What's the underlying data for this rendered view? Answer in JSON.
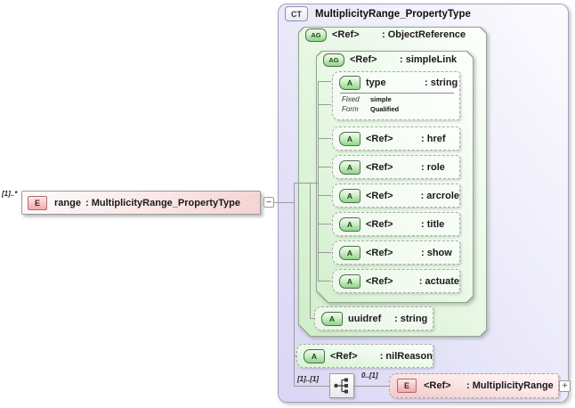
{
  "colors": {
    "complex_type_fill": "#d9d5f4",
    "group_fill": "#cfeec9",
    "element_fill": "#f4d2d2",
    "badge_green": "#8fd588",
    "badge_red": "#efabab",
    "connector": "#9a9a9a"
  },
  "glyphs": {
    "collapse": "−",
    "expand": "+"
  },
  "root_element": {
    "cardinality": "[1]..*",
    "badge": "E",
    "name": "range",
    "type": ": MultiplicityRange_PropertyType"
  },
  "complex_type": {
    "badge": "CT",
    "title": "MultiplicityRange_PropertyType",
    "object_reference": {
      "badge": "AG",
      "name": "<Ref>",
      "type": ": ObjectReference"
    },
    "simple_link": {
      "badge": "AG",
      "name": "<Ref>",
      "type": ": simpleLink"
    },
    "type_attribute": {
      "badge": "A",
      "name": "type",
      "type": ": string",
      "facets": [
        {
          "label": "Fixed",
          "value": "simple"
        },
        {
          "label": "Form",
          "value": "Qualified"
        }
      ]
    },
    "xlink_attributes": [
      {
        "badge": "A",
        "name": "<Ref>",
        "type": ": href"
      },
      {
        "badge": "A",
        "name": "<Ref>",
        "type": ": role"
      },
      {
        "badge": "A",
        "name": "<Ref>",
        "type": ": arcrole"
      },
      {
        "badge": "A",
        "name": "<Ref>",
        "type": ": title"
      },
      {
        "badge": "A",
        "name": "<Ref>",
        "type": ": show"
      },
      {
        "badge": "A",
        "name": "<Ref>",
        "type": ": actuate"
      }
    ],
    "uuidref_attribute": {
      "badge": "A",
      "name": "uuidref",
      "type": ": string"
    },
    "nil_reason_attribute": {
      "badge": "A",
      "name": "<Ref>",
      "type": ": nilReason"
    },
    "sequence": {
      "cardinality": "[1]..[1]",
      "child_cardinality": "0..[1]"
    },
    "child_element": {
      "badge": "E",
      "name": "<Ref>",
      "type": ": MultiplicityRange"
    }
  }
}
